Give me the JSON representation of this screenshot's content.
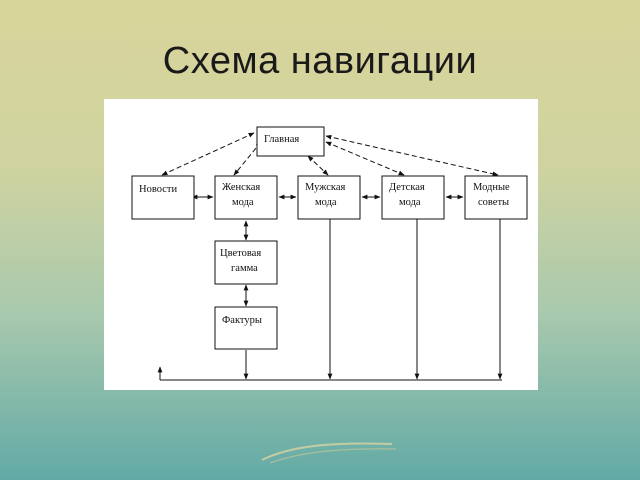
{
  "title": "Схема  навигации",
  "nodes": [
    {
      "id": "main",
      "lines": [
        "Главная"
      ]
    },
    {
      "id": "news",
      "lines": [
        "Новости"
      ]
    },
    {
      "id": "women",
      "lines": [
        "Женская",
        "мода"
      ]
    },
    {
      "id": "men",
      "lines": [
        "Мужская",
        "мода"
      ]
    },
    {
      "id": "kids",
      "lines": [
        "Детская",
        "мода"
      ]
    },
    {
      "id": "tips",
      "lines": [
        "Модные",
        "советы"
      ]
    },
    {
      "id": "color",
      "lines": [
        "Цветовая",
        "гамма"
      ]
    },
    {
      "id": "texture",
      "lines": [
        "Фактуры"
      ]
    }
  ],
  "edges": [
    {
      "from": "main",
      "to": "news",
      "style": "dashed",
      "arrows": "both"
    },
    {
      "from": "main",
      "to": "women",
      "style": "dashed",
      "arrows": "both"
    },
    {
      "from": "main",
      "to": "men",
      "style": "dashed",
      "arrows": "both"
    },
    {
      "from": "main",
      "to": "kids",
      "style": "dashed",
      "arrows": "both"
    },
    {
      "from": "main",
      "to": "tips",
      "style": "dashed",
      "arrows": "both"
    },
    {
      "from": "news",
      "to": "women",
      "style": "solid",
      "arrows": "both"
    },
    {
      "from": "women",
      "to": "men",
      "style": "solid",
      "arrows": "both"
    },
    {
      "from": "men",
      "to": "kids",
      "style": "solid",
      "arrows": "both"
    },
    {
      "from": "kids",
      "to": "tips",
      "style": "solid",
      "arrows": "both"
    },
    {
      "from": "women",
      "to": "color",
      "style": "solid",
      "arrows": "both"
    },
    {
      "from": "color",
      "to": "texture",
      "style": "solid",
      "arrows": "both"
    },
    {
      "from": "men",
      "to": "bus",
      "style": "solid",
      "arrows": "end"
    },
    {
      "from": "kids",
      "to": "bus",
      "style": "solid",
      "arrows": "end"
    },
    {
      "from": "tips",
      "to": "bus",
      "style": "solid",
      "arrows": "end"
    },
    {
      "from": "texture",
      "to": "bus",
      "style": "solid",
      "arrows": "end"
    },
    {
      "from": "bus",
      "to": "news",
      "style": "solid",
      "arrows": "end"
    }
  ]
}
